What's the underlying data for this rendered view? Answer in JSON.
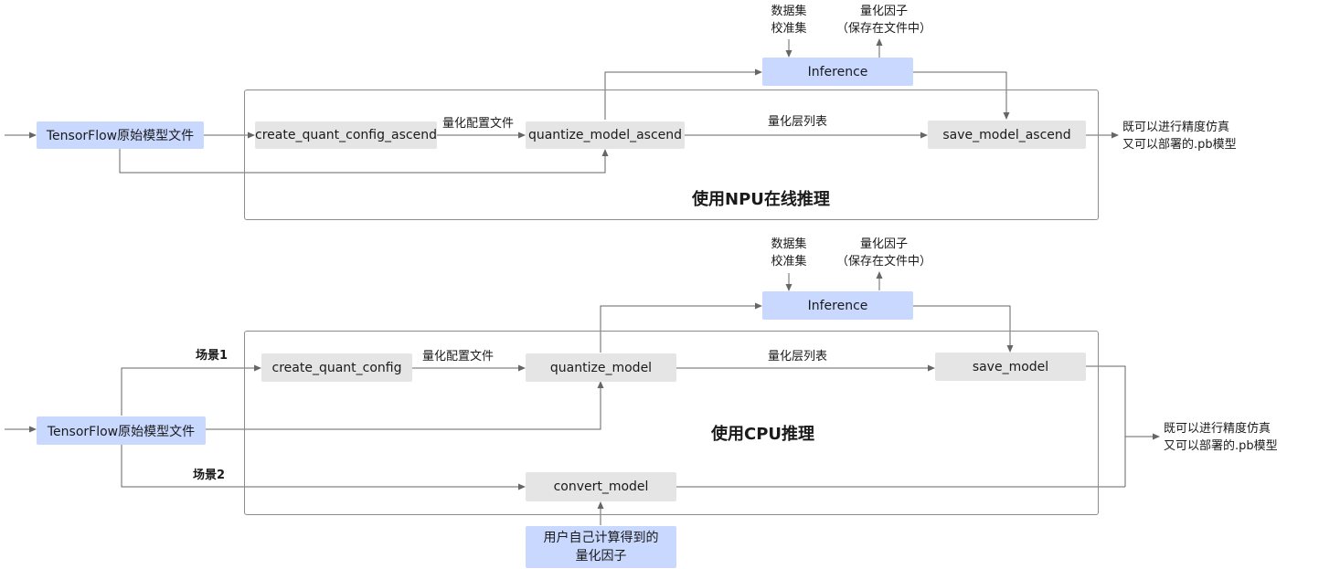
{
  "top": {
    "title": "使用NPU在线推理",
    "source": "TensorFlow原始模型文件",
    "create": "create_quant_config_ascend",
    "quantize": "quantize_model_ascend",
    "inference": "Inference",
    "save": "save_model_ascend",
    "config_label": "量化配置文件",
    "layer_list_label": "量化层列表",
    "dataset_label": "数据集\n校准集",
    "factor_label": "量化因子\n（保存在文件中）",
    "output_label": "既可以进行精度仿真\n又可以部署的.pb模型"
  },
  "bottom": {
    "title": "使用CPU推理",
    "source": "TensorFlow原始模型文件",
    "scene1": "场景1",
    "scene2": "场景2",
    "create": "create_quant_config",
    "quantize": "quantize_model",
    "inference": "Inference",
    "save": "save_model",
    "convert": "convert_model",
    "user_factor": "用户自己计算得到的\n量化因子",
    "config_label": "量化配置文件",
    "layer_list_label": "量化层列表",
    "dataset_label": "数据集\n校准集",
    "factor_label": "量化因子\n（保存在文件中）",
    "output_label": "既可以进行精度仿真\n又可以部署的.pb模型"
  },
  "colors": {
    "process_box": "#e5e5e5",
    "io_box": "#c8d8ff",
    "line": "#666666",
    "region_border": "#8c8c8c"
  }
}
